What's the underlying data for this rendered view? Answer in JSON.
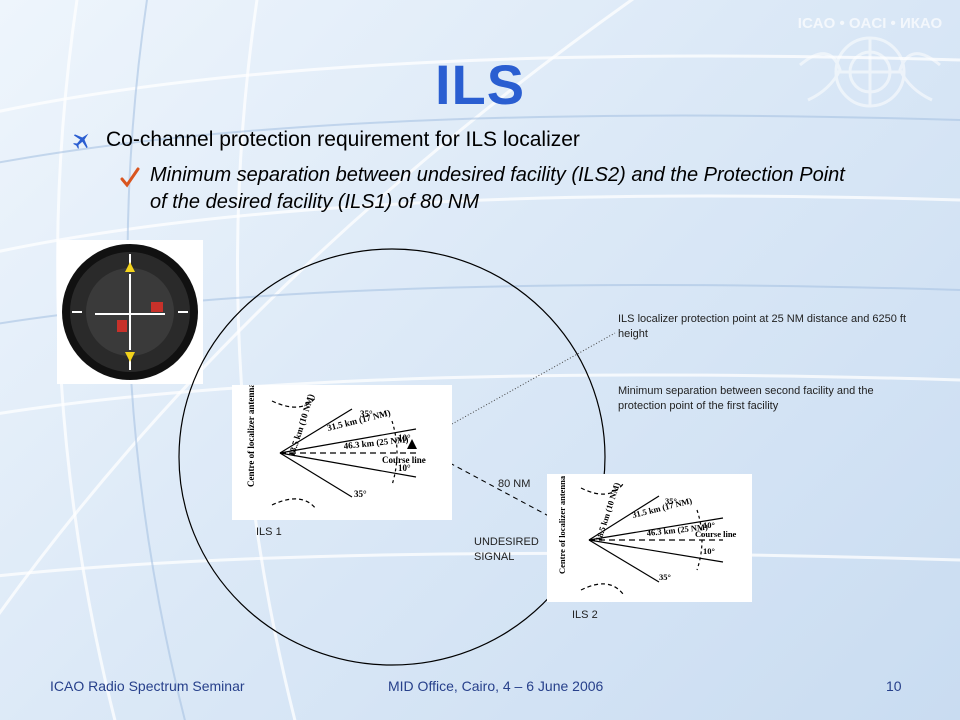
{
  "slide": {
    "title": "ILS",
    "bullet_main": "Co-channel protection requirement for ILS localizer",
    "bullet_sub": "Minimum separation between undesired facility (ILS2) and the Protection Point of the desired facility (ILS1) of 80 NM",
    "colors": {
      "title": "#2a5ed1",
      "footer": "#27408b",
      "check": "#d9551f"
    }
  },
  "diagram": {
    "note_protection_point": "ILS localizer protection point at 25 NM distance and 6250  ft height",
    "note_min_separation": "Minimum  separation between  second facility and the protection point of the first facility",
    "distance_label": "80 NM",
    "undesired_label": "UNDESIRED SIGNAL",
    "ils1_label": "ILS 1",
    "ils2_label": "ILS 2",
    "localizer": {
      "center_label": "Centre of localizer antenna system",
      "d1": "18.5 km (10 NM)",
      "d2": "31.5 km (17 NM)",
      "d3": "46.3 km (25 NM)",
      "angle_outer": "35°",
      "angle_lower": "35°",
      "angle_upper_inner": "10°",
      "angle_lower_inner": "10°",
      "course_line": "Course line"
    }
  },
  "footer": {
    "left": "ICAO Radio Spectrum Seminar",
    "center": "MID Office, Cairo, 4 – 6 June 2006",
    "page": "10"
  }
}
